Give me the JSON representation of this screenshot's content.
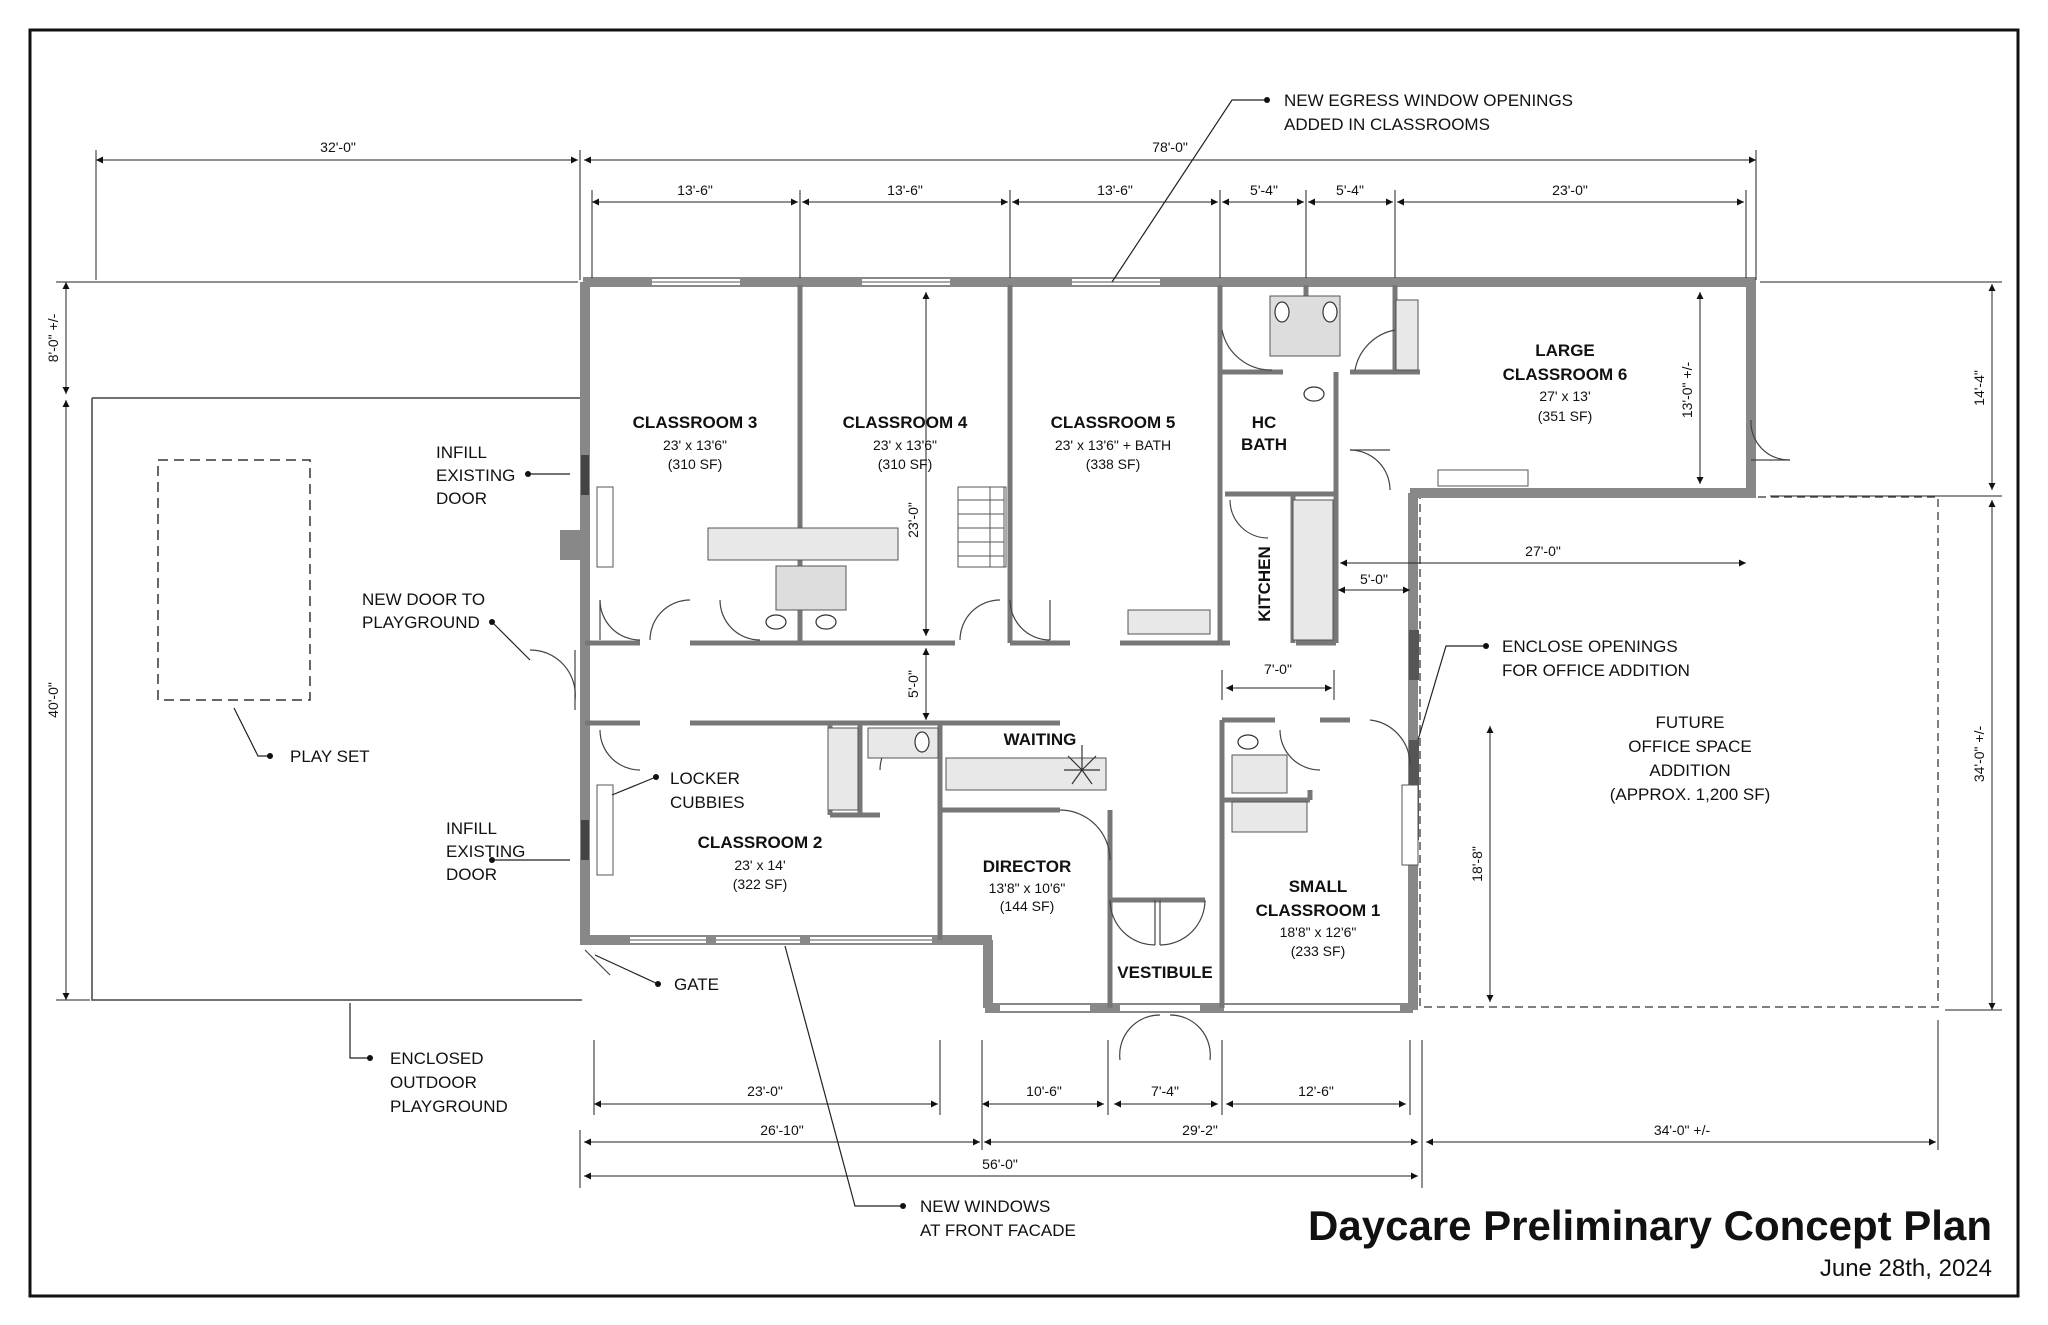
{
  "title": "Daycare Preliminary Concept Plan",
  "date": "June 28th, 2024",
  "rooms": {
    "classroom3": {
      "name": "CLASSROOM 3",
      "size": "23' x 13'6\"",
      "area": "(310 SF)"
    },
    "classroom4": {
      "name": "CLASSROOM 4",
      "size": "23' x 13'6\"",
      "area": "(310 SF)"
    },
    "classroom5": {
      "name": "CLASSROOM 5",
      "size": "23' x 13'6\" + BATH",
      "area": "(338 SF)"
    },
    "hc_bath": {
      "line1": "HC",
      "line2": "BATH"
    },
    "large_classroom6": {
      "line1": "LARGE",
      "line2": "CLASSROOM 6",
      "size": "27' x 13'",
      "area": "(351 SF)"
    },
    "kitchen": {
      "name": "KITCHEN"
    },
    "waiting": {
      "name": "WAITING"
    },
    "classroom2": {
      "name": "CLASSROOM 2",
      "size": "23' x 14'",
      "area": "(322 SF)"
    },
    "director": {
      "name": "DIRECTOR",
      "size": "13'8\" x 10'6\"",
      "area": "(144 SF)"
    },
    "vestibule": {
      "name": "VESTIBULE"
    },
    "small_classroom1": {
      "line1": "SMALL",
      "line2": "CLASSROOM 1",
      "size": "18'8\" x 12'6\"",
      "area": "(233 SF)"
    },
    "future": {
      "line1": "FUTURE",
      "line2": "OFFICE SPACE",
      "line3": "ADDITION",
      "line4": "(APPROX. 1,200 SF)"
    }
  },
  "notes": {
    "egress": {
      "line1": "NEW EGRESS WINDOW OPENINGS",
      "line2": "ADDED IN CLASSROOMS"
    },
    "infill1": {
      "line1": "INFILL",
      "line2": "EXISTING",
      "line3": "DOOR"
    },
    "new_door": {
      "line1": "NEW DOOR TO",
      "line2": "PLAYGROUND"
    },
    "play_set": "PLAY SET",
    "locker": {
      "line1": "LOCKER",
      "line2": "CUBBIES"
    },
    "infill2": {
      "line1": "INFILL",
      "line2": "EXISTING",
      "line3": "DOOR"
    },
    "gate": "GATE",
    "enclosed": {
      "line1": "ENCLOSED",
      "line2": "OUTDOOR",
      "line3": "PLAYGROUND"
    },
    "enclose_openings": {
      "line1": "ENCLOSE OPENINGS",
      "line2": "FOR OFFICE ADDITION"
    },
    "new_windows": {
      "line1": "NEW WINDOWS",
      "line2": "AT FRONT FACADE"
    }
  },
  "dims": {
    "top_32": "32'-0\"",
    "top_78": "78'-0\"",
    "top_13a": "13'-6\"",
    "top_13b": "13'-6\"",
    "top_13c": "13'-6\"",
    "top_54a": "5'-4\"",
    "top_54b": "5'-4\"",
    "top_23": "23'-0\"",
    "left_8": "8'-0\" +/-",
    "left_40": "40'-0\"",
    "right_14": "14'-4\"",
    "right_34": "34'-0\" +/-",
    "cr4_23": "23'-0\"",
    "cr6_13": "13'-0\" +/-",
    "mid_27": "27'-0\"",
    "mid_5": "5'-0\"",
    "kitchen_7": "7'-0\"",
    "corridor_5": "5'-0\"",
    "sc1_18": "18'-8\"",
    "bot_23": "23'-0\"",
    "bot_10": "10'-6\"",
    "bot_7": "7'-4\"",
    "bot_12": "12'-6\"",
    "bot_26": "26'-10\"",
    "bot_29": "29'-2\"",
    "bot_56": "56'-0\"",
    "bot_34": "34'-0\" +/-"
  }
}
